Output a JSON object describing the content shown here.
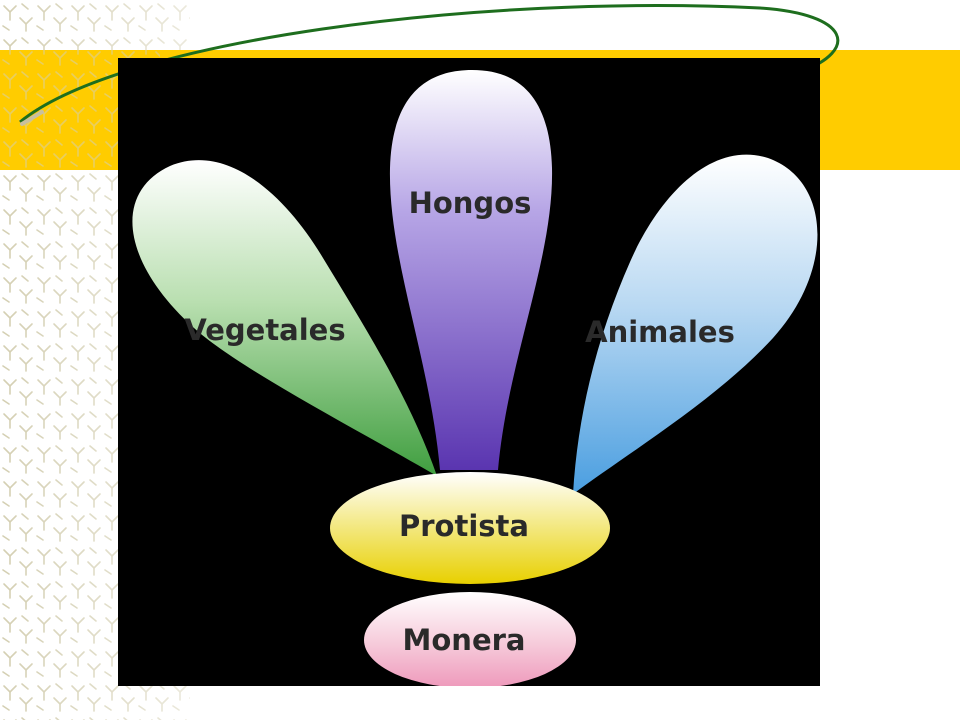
{
  "diagram": {
    "kingdoms": {
      "hongos": "Hongos",
      "vegetales": "Vegetales",
      "animales": "Animales",
      "protista": "Protista",
      "monera": "Monera"
    }
  },
  "colors": {
    "banner": "#ffcc00",
    "diagram_background": "#000000",
    "hongos": "#5a35b0",
    "vegetales": "#3f9e3f",
    "animales": "#4a9ee0",
    "protista": "#e8d000",
    "monera": "#ee99bb",
    "decorative_arc": "#1e6e1e"
  }
}
